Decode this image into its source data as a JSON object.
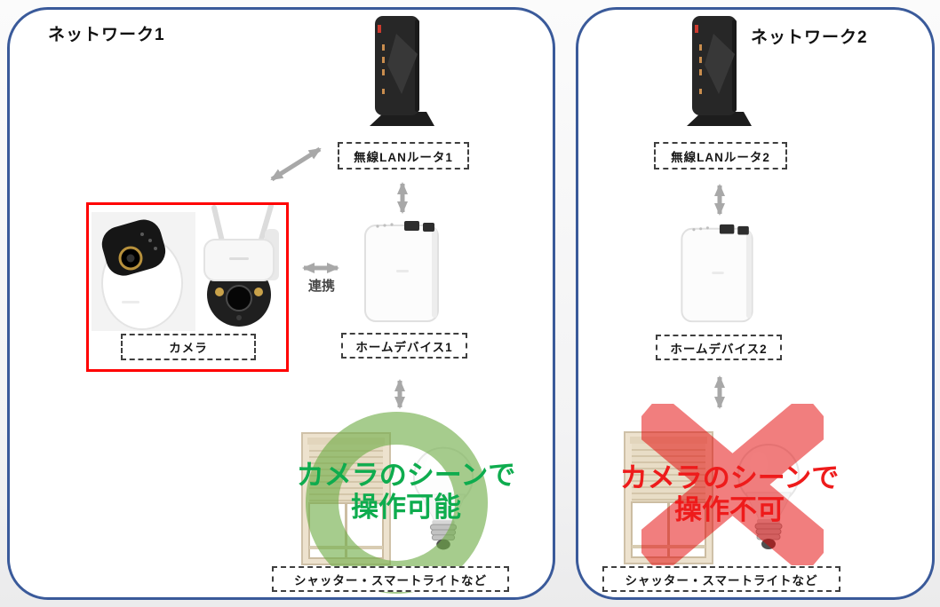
{
  "diagram": {
    "panels": [
      {
        "title": "ネットワーク1",
        "router_label": "無線LANルータ1",
        "camera_label": "カメラ",
        "link_label": "連携",
        "home_device_label": "ホームデバイス1",
        "devices_label": "シャッター・スマートライトなど",
        "status": {
          "line1": "カメラのシーンで",
          "line2": "操作可能",
          "type": "ok"
        }
      },
      {
        "title": "ネットワーク2",
        "router_label": "無線LANルータ2",
        "home_device_label": "ホームデバイス2",
        "devices_label": "シャッター・スマートライトなど",
        "status": {
          "line1": "カメラのシーンで",
          "line2": "操作不可",
          "type": "ng"
        }
      }
    ],
    "colors": {
      "panel_border": "#3A5A9A",
      "arrow_gray": "#A8A8A8",
      "camera_highlight_red": "#FF0000",
      "ok_green_text": "#0EAC4E",
      "ok_green_ring": "#70AD47",
      "ng_red_text": "#EE1B1B",
      "ng_red_x": "#E40000"
    }
  }
}
